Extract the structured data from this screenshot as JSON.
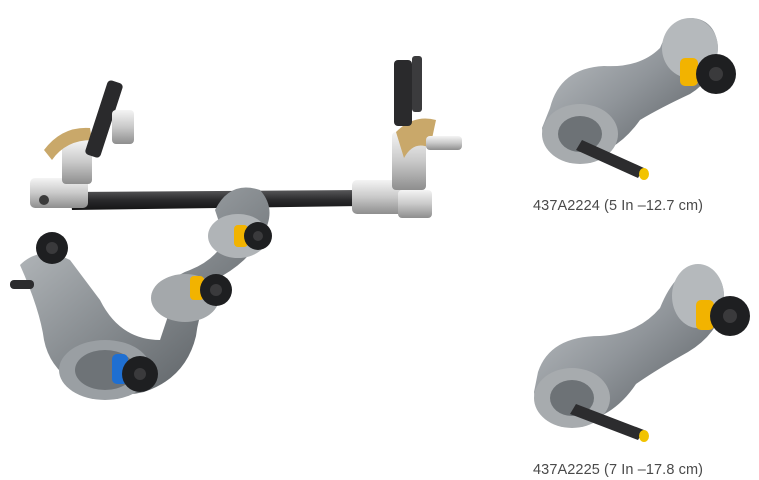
{
  "products": [
    {
      "id": "main-assembly",
      "caption": ""
    },
    {
      "id": "arm-small",
      "caption": "437A2224 (5 In –12.7 cm)"
    },
    {
      "id": "arm-large",
      "caption": "437A2225 (7 In –17.8 cm)"
    }
  ],
  "colors": {
    "arm_dark": "#5d6266",
    "arm_mid": "#8b9094",
    "arm_light": "#b9bdc0",
    "knob_black": "#1e1f21",
    "collar_yellow": "#f2b300",
    "collar_blue": "#1f6fd1",
    "rod": "#2c2c2e",
    "clamp_silver": "#d8d8d8",
    "pad_tan": "#c9a86a"
  }
}
